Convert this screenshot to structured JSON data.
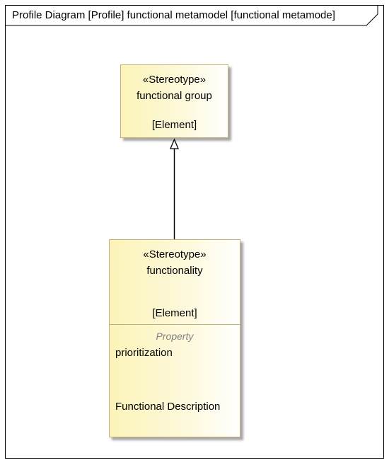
{
  "frame": {
    "title": "Profile Diagram [Profile] functional metamodel [functional metamode]"
  },
  "classes": [
    {
      "stereotype": "«Stereotype»",
      "name": "functional group",
      "metaclass": "[Element]"
    },
    {
      "stereotype": "«Stereotype»",
      "name": "functionality",
      "metaclass": "[Element]",
      "compartment_title": "Property",
      "properties": [
        "prioritization",
        "Functional Description"
      ]
    }
  ],
  "relations": [
    {
      "type": "generalization",
      "from": "functionality",
      "to": "functional group"
    }
  ],
  "colors": {
    "box_fill": "#fbf3b8",
    "box_border": "#c8b07a"
  }
}
